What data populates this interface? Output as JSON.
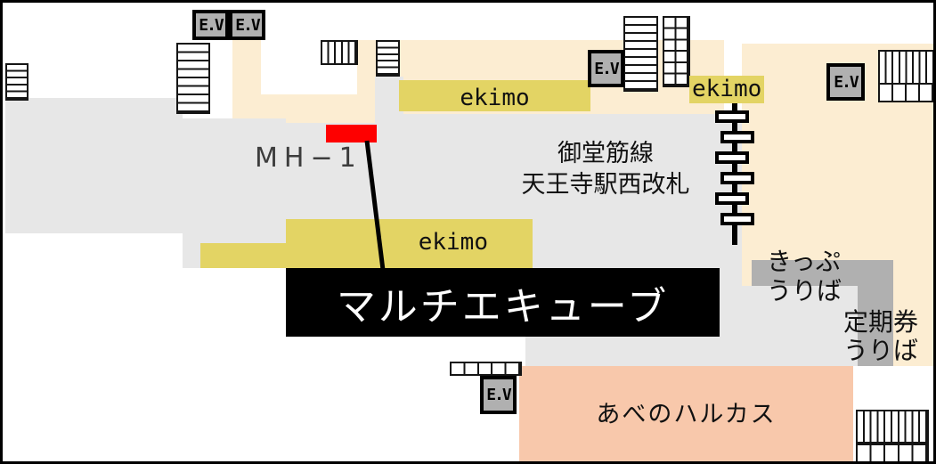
{
  "map": {
    "machine_label": "MH−1",
    "ekimo_label": "ekimo",
    "gate_name_line1": "御堂筋線",
    "gate_name_line2": "天王寺駅西改札",
    "banner_label": "マルチエキューブ",
    "ticket_office_line1": "きっぷ",
    "ticket_office_line2": "うりば",
    "commuter_pass_line1": "定期券",
    "commuter_pass_line2": "うりば",
    "harukas_label": "あべのハルカス",
    "elevator_label": "E.V"
  },
  "colors": {
    "concourse_gray": "#e7e7e7",
    "paid_area_cream": "#fcedd2",
    "ekimo_yellow": "#e3d464",
    "counter_gray": "#b0b0b0",
    "highlight_red": "#fe0000",
    "harukas_salmon": "#f8c8ab",
    "banner_black": "#000000"
  },
  "icons": {
    "elevator": "ev-box",
    "stairs": "striped-rectangle",
    "ticket_gates": "gate-row"
  }
}
